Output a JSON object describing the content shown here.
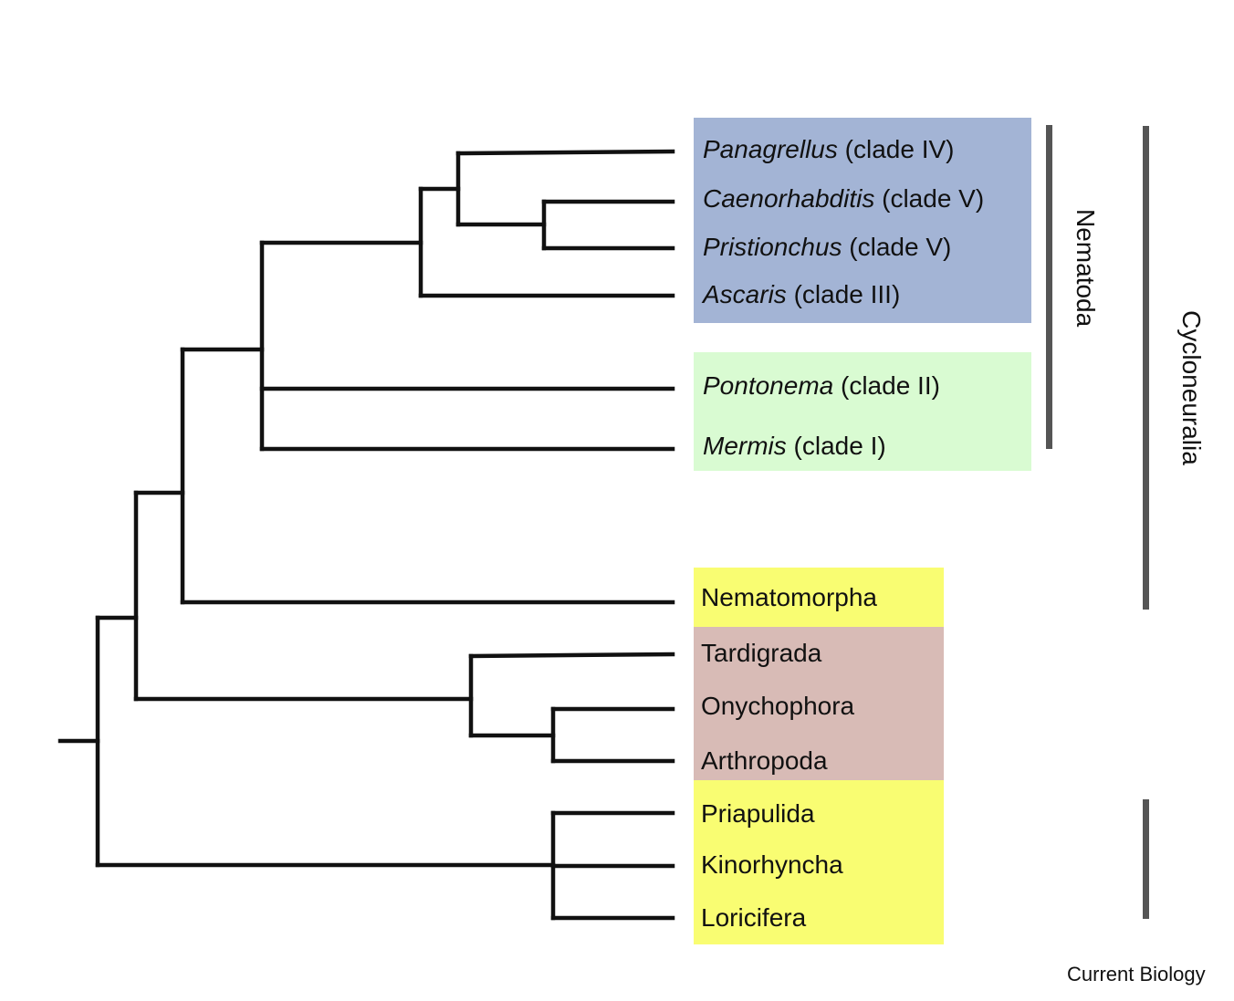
{
  "colors": {
    "nematoda_chromadoria": "#a3b4d5",
    "nematoda_enoplia": "#d9fbd2",
    "yellow_group": "#f9fd72",
    "panarthropoda": "#d8bbb6",
    "branch": "#111111",
    "bar": "#555555"
  },
  "taxa": [
    {
      "genus": "Panagrellus",
      "rest": " (clade IV)"
    },
    {
      "genus": "Caenorhabditis",
      "rest": " (clade V)"
    },
    {
      "genus": "Pristionchus",
      "rest": " (clade V)"
    },
    {
      "genus": "Ascaris",
      "rest": " (clade III)"
    },
    {
      "genus": "Pontonema",
      "rest": " (clade II)"
    },
    {
      "genus": "Mermis",
      "rest": " (clade I)"
    },
    {
      "genus": "",
      "rest": "Nematomorpha"
    },
    {
      "genus": "",
      "rest": "Tardigrada"
    },
    {
      "genus": "",
      "rest": "Onychophora"
    },
    {
      "genus": "",
      "rest": "Arthropoda"
    },
    {
      "genus": "",
      "rest": "Priapulida"
    },
    {
      "genus": "",
      "rest": "Kinorhyncha"
    },
    {
      "genus": "",
      "rest": "Loricifera"
    }
  ],
  "groups": {
    "nematoda": "Nematoda",
    "cycloneuralia": "Cycloneuralia"
  },
  "credit": "Current Biology"
}
